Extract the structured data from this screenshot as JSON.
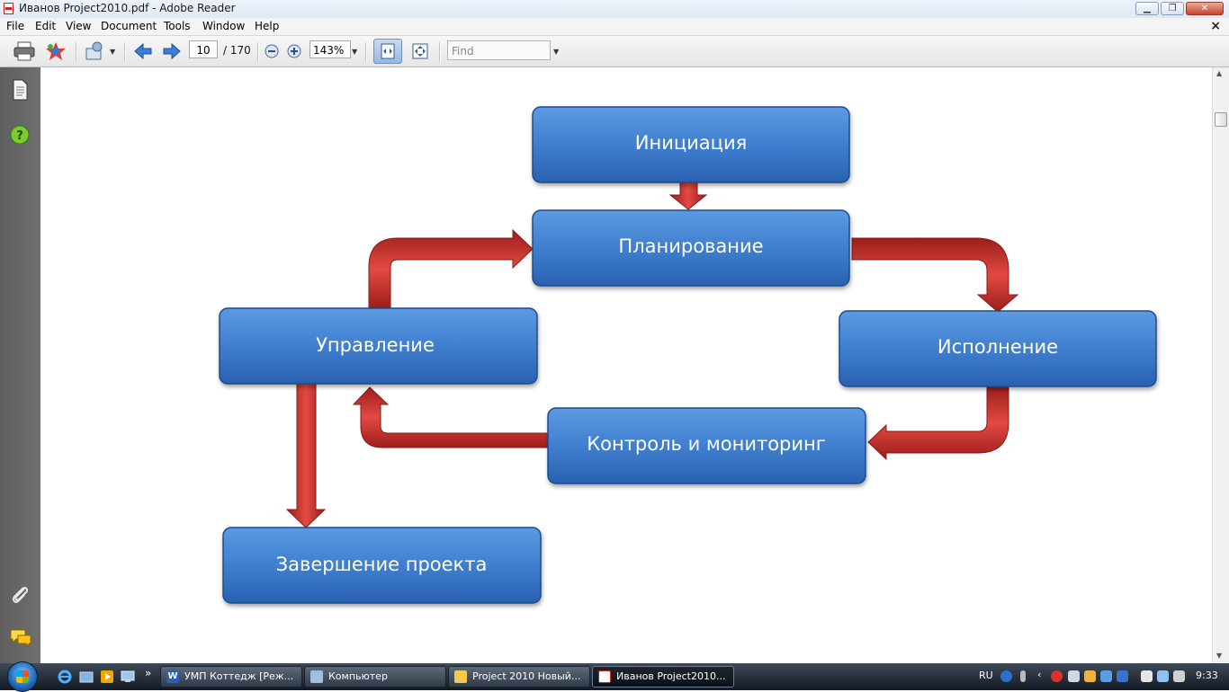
{
  "window": {
    "title": "Иванов Project2010.pdf - Adobe Reader",
    "minimize": "▁",
    "maximize": "❐",
    "close": "✕"
  },
  "menu": {
    "items": [
      "File",
      "Edit",
      "View",
      "Document",
      "Tools",
      "Window",
      "Help"
    ],
    "doc_close": "×"
  },
  "toolbar": {
    "page_current": "10",
    "page_total": "/ 170",
    "zoom": "143%",
    "find_placeholder": "Find"
  },
  "diagram": {
    "nodes": {
      "initiation": "Инициация",
      "planning": "Планирование",
      "management": "Управление",
      "execution": "Исполнение",
      "control": "Контроль и мониторинг",
      "closing": "Завершение проекта"
    },
    "colors": {
      "box_top": "#4f8fd6",
      "box_bottom": "#2a62b2",
      "arrow": "#c8302c"
    }
  },
  "taskbar": {
    "buttons": [
      "УМП Коттедж [Реж...",
      "Компьютер",
      "Project 2010 Новый...",
      "Иванов Project2010..."
    ],
    "lang": "RU",
    "clock": "9:33",
    "overflow": "»"
  }
}
